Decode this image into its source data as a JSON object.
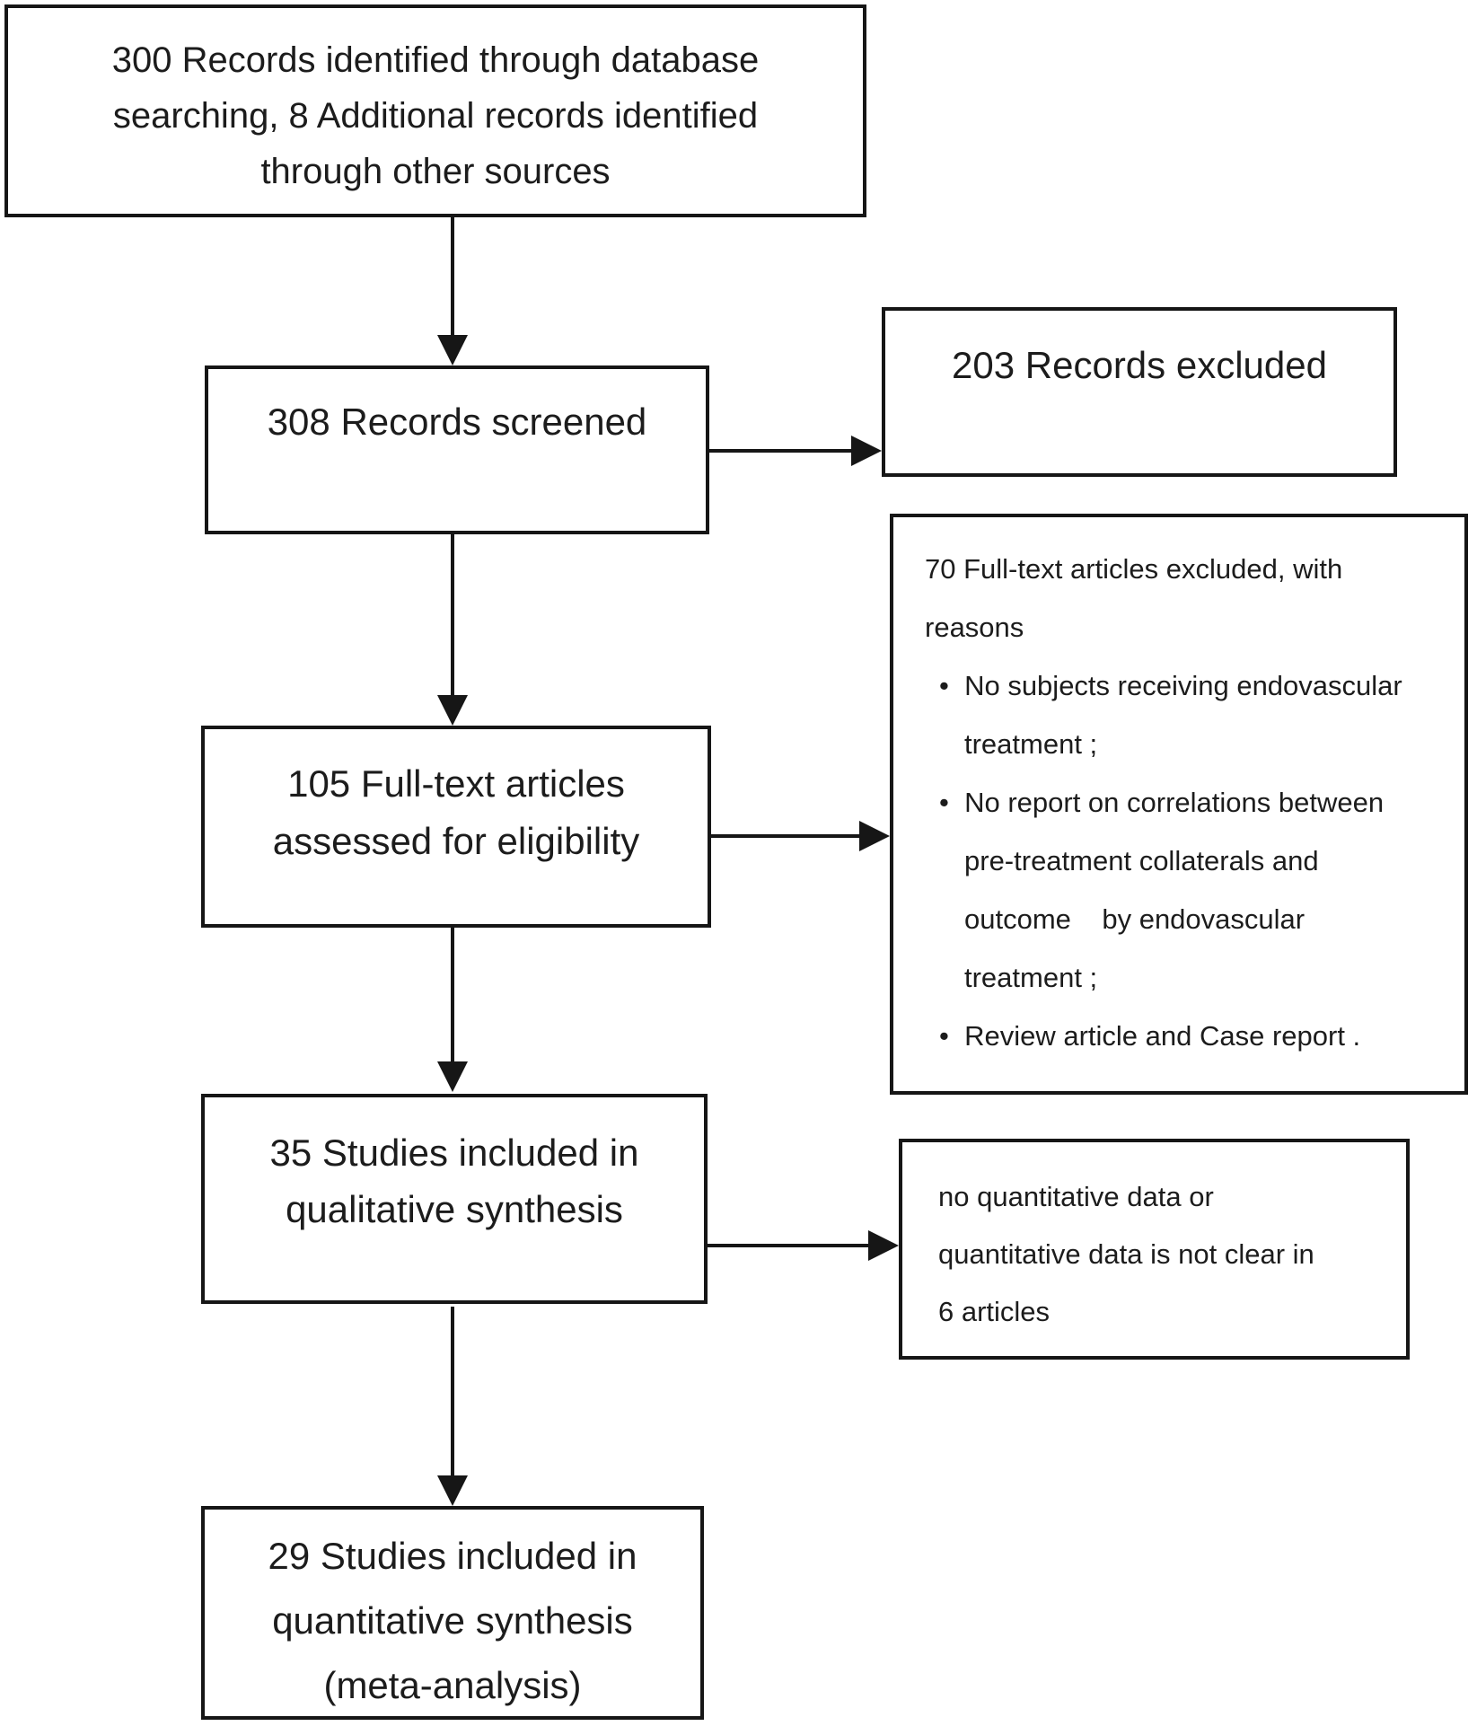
{
  "flowchart": {
    "colors": {
      "line": "#161616",
      "text": "#1c1c1c",
      "background": "#ffffff"
    },
    "boxes": {
      "identification": {
        "lines": [
          "300 Records identified through database",
          "searching, 8 Additional records identified",
          "through other sources"
        ]
      },
      "screening": {
        "lines": [
          "308 Records screened"
        ]
      },
      "records_excluded": {
        "lines": [
          "203 Records excluded"
        ]
      },
      "fulltext_excluded": {
        "lines": [
          "70 Full-text articles excluded, with",
          "reasons",
          "•  No subjects receiving endovascular",
          "treatment ;",
          "•  No report on correlations between",
          "pre-treatment collaterals and",
          "outcome    by endovascular",
          "treatment ;",
          "•  Review article and Case report ."
        ]
      },
      "eligibility": {
        "lines": [
          "105 Full-text articles",
          "assessed for eligibility"
        ]
      },
      "qualitative": {
        "lines": [
          "35 Studies included in",
          "qualitative synthesis"
        ]
      },
      "quantitative_excluded": {
        "lines": [
          "no quantitative data or",
          "quantitative data is not clear in",
          "6 articles"
        ]
      },
      "quantitative": {
        "lines": [
          "29 Studies included in",
          "quantitative synthesis",
          "(meta-analysis)"
        ]
      }
    }
  }
}
